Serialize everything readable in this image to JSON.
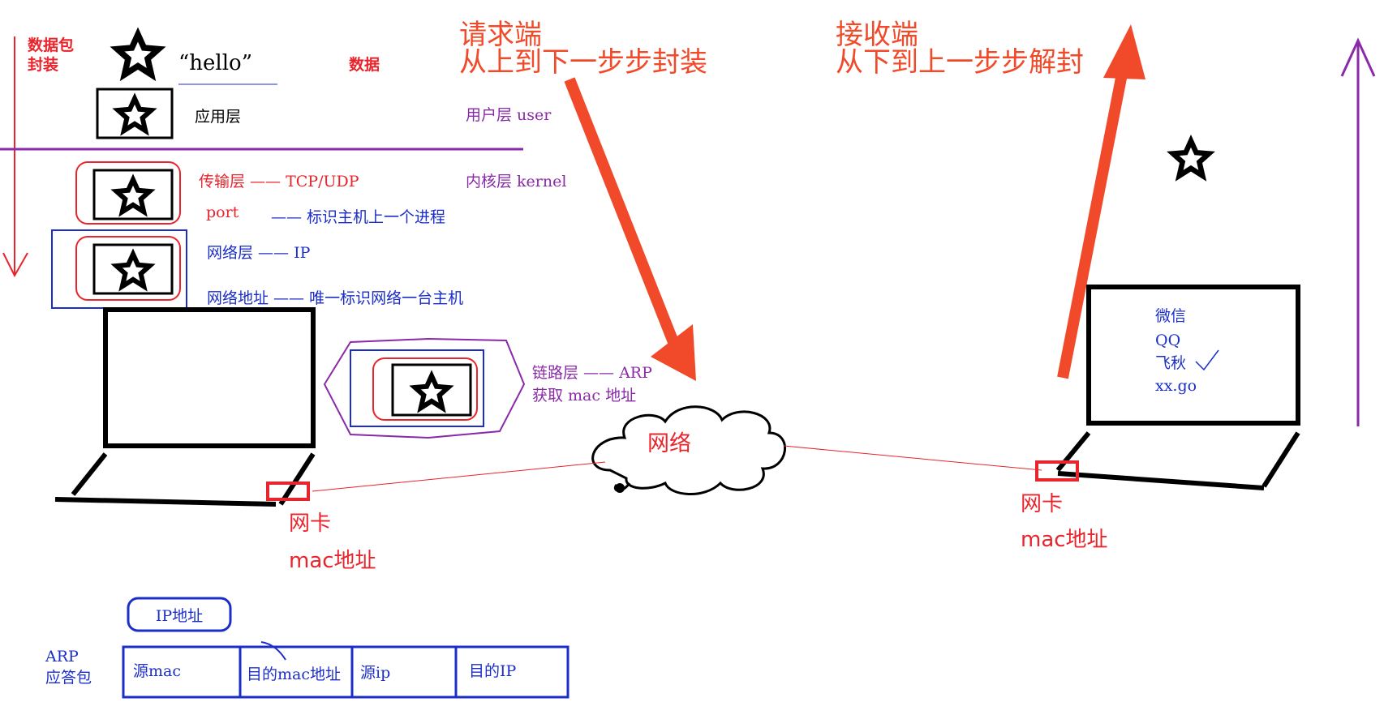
{
  "colors": {
    "red": "#e8242c",
    "orange_red": "#f04a2a",
    "blue": "#1c2ec8",
    "purple": "#8a2aa8",
    "black": "#000000"
  },
  "left_panel": {
    "packet_label": "数据包\n封装",
    "hello": "“hello”",
    "data_label": "数据",
    "app_layer": "应用层",
    "user_layer": "用户层  user",
    "transport_layer": "传输层  ——  TCP/UDP",
    "kernel_layer": "内核层  kernel",
    "port": "port",
    "port_desc": "——  标识主机上一个进程",
    "network_layer": "网络层  ——  IP",
    "network_addr": "网络地址  ——  唯一标识网络一台主机",
    "link_layer": "链路层  ——  ARP",
    "get_mac": "获取  mac  地址"
  },
  "request_side": {
    "title": "请求端",
    "subtitle": "从上到下一步步封装"
  },
  "receive_side": {
    "title": "接收端",
    "subtitle": "从下到上一步步解封"
  },
  "network": {
    "cloud_label": "网络"
  },
  "left_host": {
    "nic_label": "网卡",
    "mac_label": "mac地址"
  },
  "right_host": {
    "nic_label": "网卡",
    "mac_label": "mac地址",
    "apps": [
      "微信",
      "QQ",
      "飞秋",
      "xx.go"
    ]
  },
  "arp": {
    "ip_addr_tag": "IP地址",
    "label": "ARP\n应答包",
    "fields": [
      "源mac",
      "目的mac地址",
      "源ip",
      "目的IP"
    ]
  }
}
